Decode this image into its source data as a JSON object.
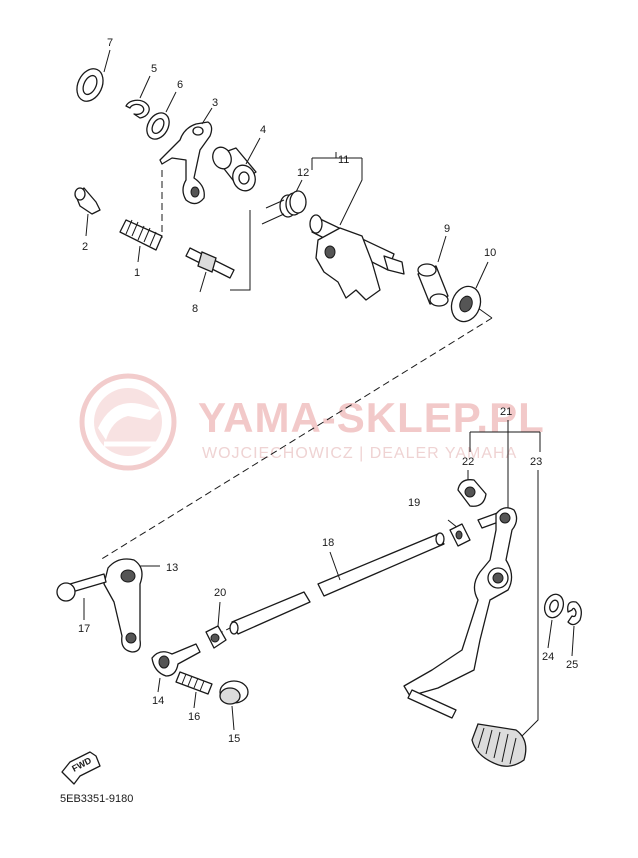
{
  "watermark": {
    "brand": "YAMA-SKLEP.PL",
    "dealer": "WOJCIECHOWICZ | DEALER YAMAHA",
    "logo_color": "#e8a3a3"
  },
  "diagram_code": "5EB3351-9180",
  "fwd_label": "FWD",
  "callouts": {
    "n1": "1",
    "n2": "2",
    "n3": "3",
    "n4": "4",
    "n5": "5",
    "n6": "6",
    "n7": "7",
    "n8": "8",
    "n9": "9",
    "n10": "10",
    "n11": "11",
    "n12": "12",
    "n13": "13",
    "n14": "14",
    "n15": "15",
    "n16": "16",
    "n17": "17",
    "n18": "18",
    "n19": "19",
    "n20": "20",
    "n21": "21",
    "n22": "22",
    "n23": "23",
    "n24": "24",
    "n25": "25"
  }
}
